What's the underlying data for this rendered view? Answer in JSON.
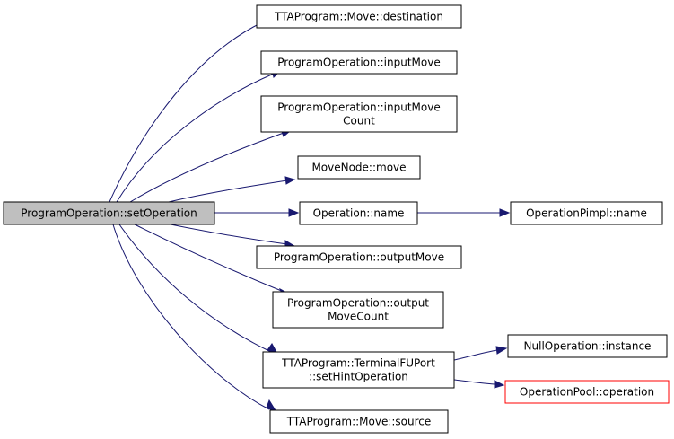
{
  "graph": {
    "edge_color": "#191970",
    "root_fill": "#bfbfbf",
    "red_border": "#ff0000",
    "nodes": {
      "root": [
        "ProgramOperation::setOperation"
      ],
      "dest": [
        "TTAProgram::Move::destination"
      ],
      "inputMove": [
        "ProgramOperation::inputMove"
      ],
      "inputMoveCount": [
        "ProgramOperation::inputMove",
        "Count"
      ],
      "moveNodeMove": [
        "MoveNode::move"
      ],
      "opName": [
        "Operation::name"
      ],
      "pimplName": [
        "OperationPimpl::name"
      ],
      "outputMove": [
        "ProgramOperation::outputMove"
      ],
      "outputMoveCount": [
        "ProgramOperation::output",
        "MoveCount"
      ],
      "setHint": [
        "TTAProgram::TerminalFUPort",
        "::setHintOperation"
      ],
      "nullInstance": [
        "NullOperation::instance"
      ],
      "poolOperation": [
        "OperationPool::operation"
      ],
      "source": [
        "TTAProgram::Move::source"
      ]
    }
  }
}
